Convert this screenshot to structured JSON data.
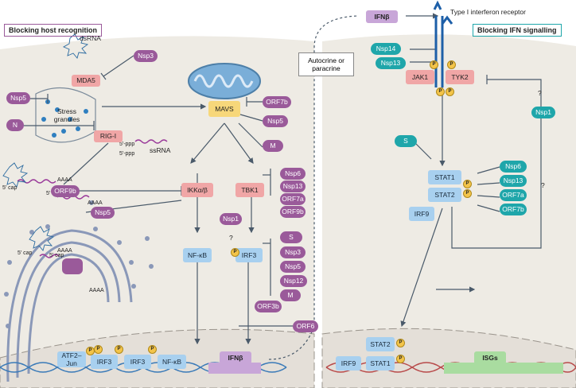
{
  "titles": {
    "left": "Blocking host recognition",
    "right": "Blocking IFN signalling",
    "autocrine": "Autocrine or paracrine",
    "receptor": "Type I interferon receptor"
  },
  "host_nodes": {
    "mda5": "MDA5",
    "rigi": "RIG-I",
    "mavs": "MAVS",
    "ikk": "IKKα/β",
    "tbk1": "TBK1",
    "nfkb": "NF-κB",
    "irf3": "IRF3",
    "jak1": "JAK1",
    "tyk2": "TYK2",
    "stat1": "STAT1",
    "stat2": "STAT2",
    "irf9": "IRF9",
    "ifnb_top": "IFNβ",
    "ifnb_gene": "IFNβ",
    "isgs": "ISGs",
    "atf2": "ATF2–Jun",
    "irf3_dna1": "IRF3",
    "irf3_dna2": "IRF3",
    "nfkb_dna": "NF-κB",
    "stat2_dna": "STAT2",
    "irf9_dna": "IRF9",
    "stat1_dna": "STAT1"
  },
  "text_labels": {
    "dsrna": "dsRNA",
    "stress": "Stress granules",
    "ppp1": "5′-ppp",
    "ppp2": "5′-ppp",
    "ssrna": "ssRNA",
    "cap1": "5′ cap",
    "cap2": "5′ cap",
    "cap3": "5′ cap",
    "cap4": "5′ cap",
    "aaaa1": "AAAA",
    "aaaa2": "AAAA",
    "aaaa3": "AAAA",
    "aaaa4": "AAAA",
    "q1": "?",
    "q2": "?",
    "q3": "?"
  },
  "viral_left": {
    "nsp3a": "Nsp3",
    "nsp5a": "Nsp5",
    "n": "N",
    "orf9b": "ORF9b",
    "nsp5b": "Nsp5",
    "orf7b": "ORF7b",
    "nsp5c": "Nsp5",
    "m1": "M",
    "nsp6": "Nsp6",
    "nsp13": "Nsp13",
    "orf7a": "ORF7a",
    "orf9b2": "ORF9b",
    "nsp1": "Nsp1",
    "s": "S",
    "nsp3b": "Nsp3",
    "nsp5d": "Nsp5",
    "nsp12": "Nsp12",
    "m2": "M",
    "orf3b": "ORF3b",
    "orf6": "ORF6"
  },
  "viral_right": {
    "nsp14": "Nsp14",
    "nsp13": "Nsp13",
    "s": "S",
    "nsp1": "Nsp1",
    "nsp6": "Nsp6",
    "nsp13b": "Nsp13",
    "orf7a": "ORF7a",
    "orf7b": "ORF7b"
  },
  "phospho": "P",
  "colors": {
    "viral": "#9a5a9a",
    "viral_teal": "#1fa6aa",
    "sensor": "#f0a6a6",
    "factor": "#a8d0ef",
    "mavs": "#f7d77a",
    "cell": "#eeebe4"
  }
}
